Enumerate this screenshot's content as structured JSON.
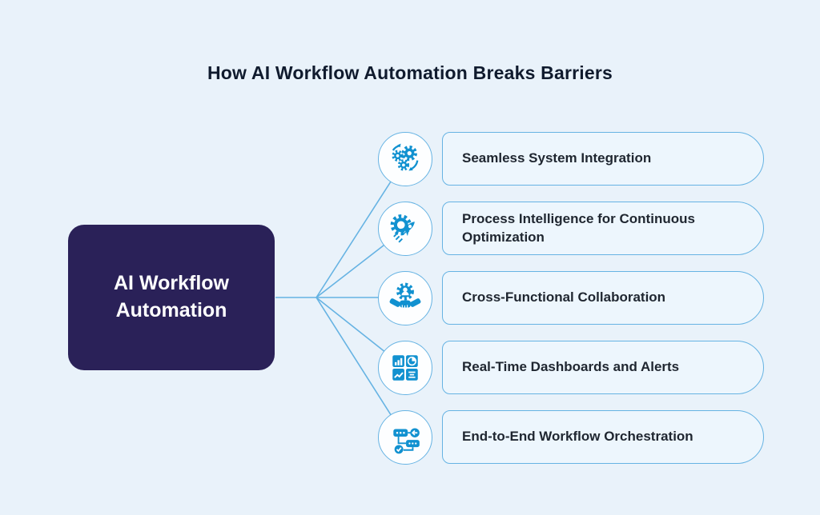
{
  "page": {
    "title": "How AI Workflow Automation Breaks Barriers"
  },
  "center_node": {
    "label": "AI Workflow Automation"
  },
  "branches": [
    {
      "icon": "automation-gears-icon",
      "label": "Seamless System Integration"
    },
    {
      "icon": "gear-rocket-icon",
      "label": "Process Intelligence for Continuous Optimization"
    },
    {
      "icon": "handshake-gear-icon",
      "label": "Cross-Functional Collaboration"
    },
    {
      "icon": "dashboard-charts-icon",
      "label": "Real-Time Dashboards and Alerts"
    },
    {
      "icon": "workflow-nodes-icon",
      "label": "End-to-End Workflow Orchestration"
    }
  ],
  "colors": {
    "page_bg": "#e9f2fa",
    "center_node_bg": "#2a2158",
    "center_node_text": "#ffffff",
    "outline_blue": "#66b3e3",
    "icon_blue": "#1191d0",
    "pill_bg": "#edf6fd",
    "pill_text": "#1f2630",
    "title_text": "#101b2e"
  }
}
